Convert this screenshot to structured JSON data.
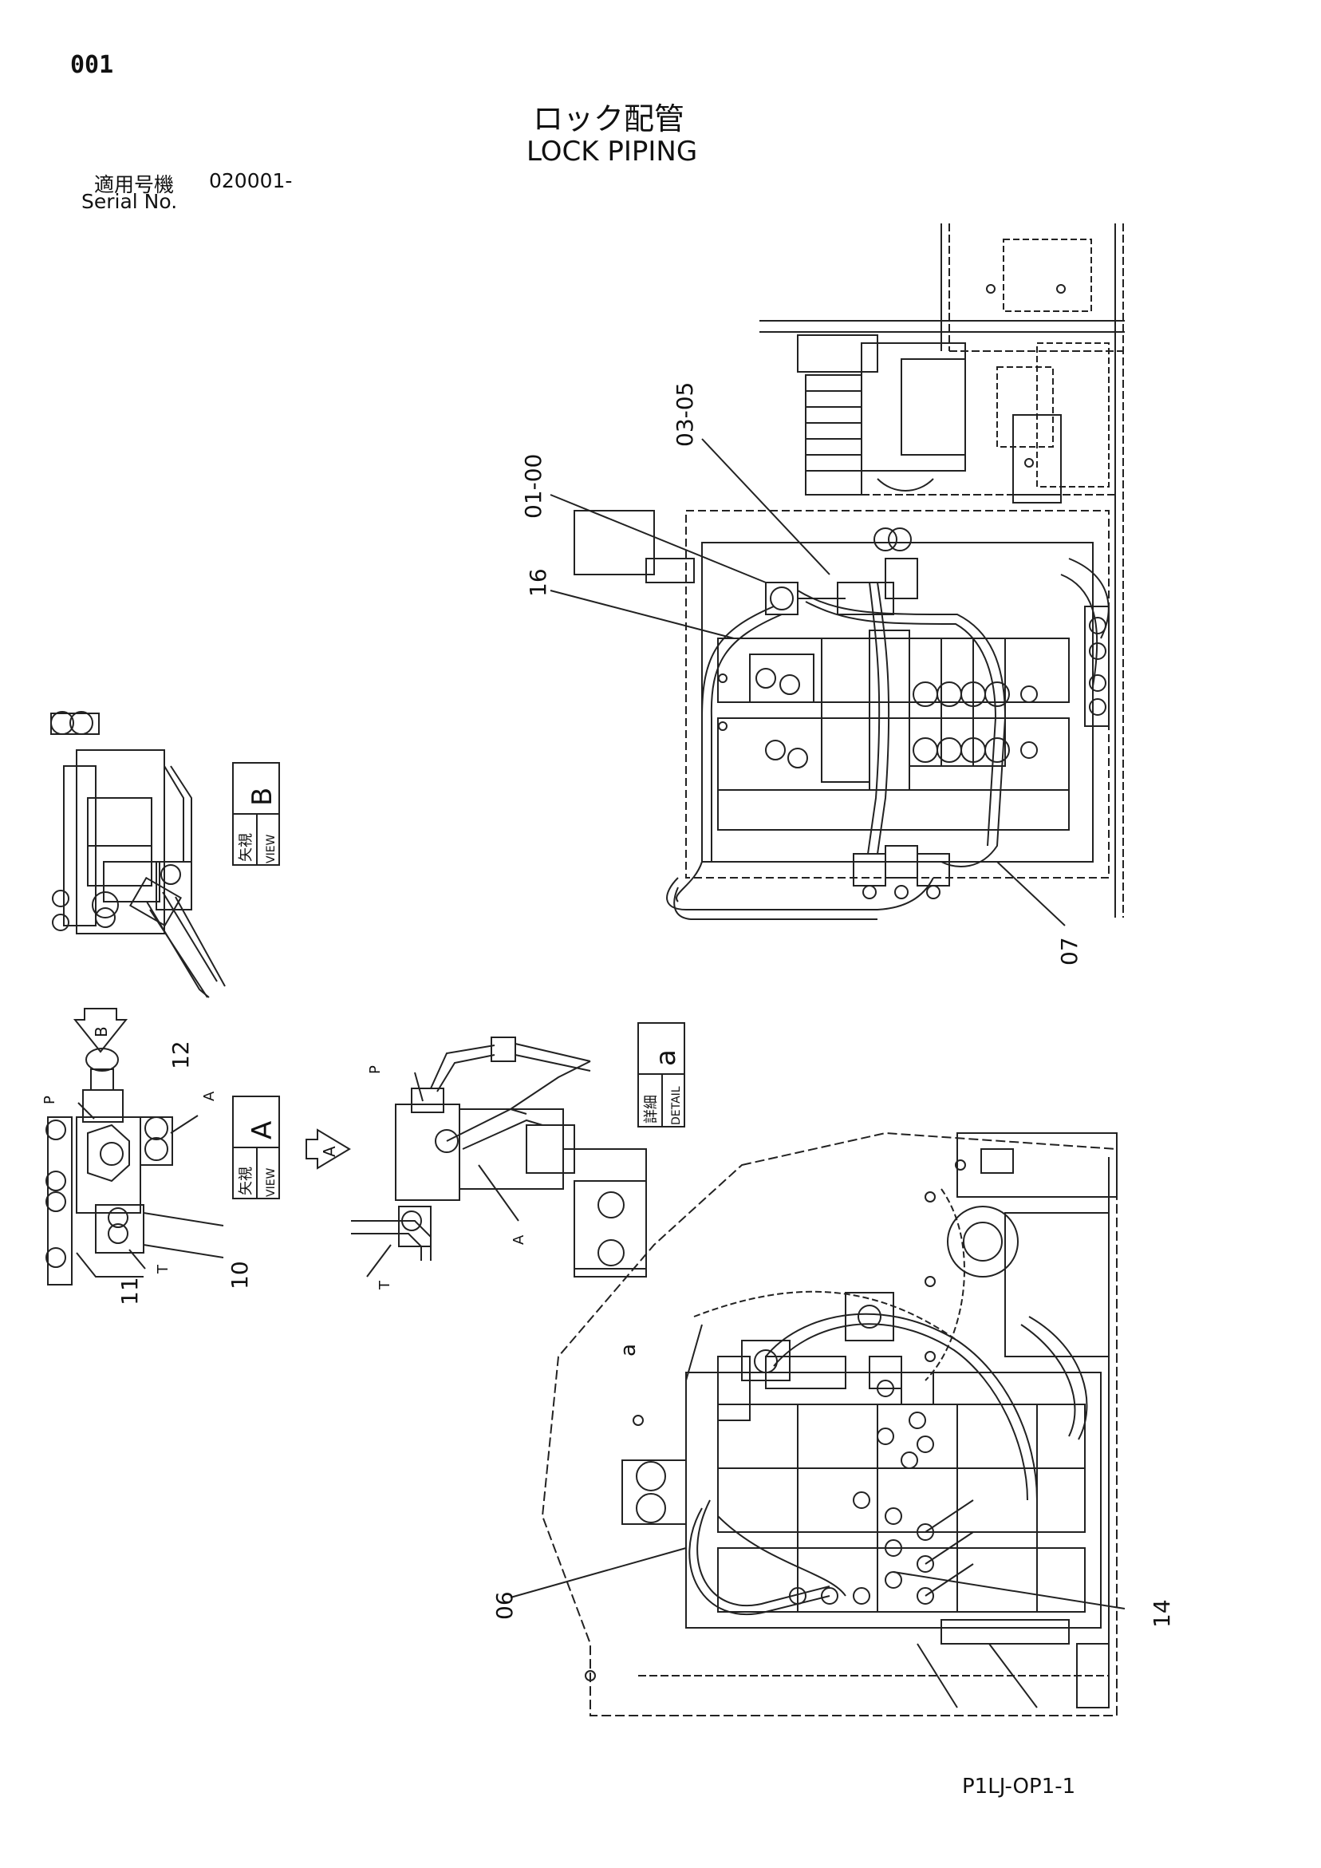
{
  "header": {
    "page_number": "001",
    "title_jp": "ロック配管",
    "title_en": "LOCK PIPING",
    "serial_label_jp": "適用号機",
    "serial_value": "020001-",
    "serial_label_en": "Serial No."
  },
  "callouts": {
    "c01_00": "01-00",
    "c03_05": "03-05",
    "c16": "16",
    "c07": "07",
    "c06": "06",
    "c14": "14",
    "c12": "12",
    "c10": "10",
    "c11": "11"
  },
  "ports": {
    "p": "P",
    "a": "A",
    "t": "T"
  },
  "views": {
    "view_b_letter": "B",
    "view_b_jp": "矢視",
    "view_b_en": "VIEW",
    "view_a_letter": "A",
    "view_a_jp": "矢視",
    "view_a_en": "VIEW",
    "arrow_b": "B",
    "arrow_a": "A",
    "detail_letter": "a",
    "detail_jp": "詳細",
    "detail_en": "DETAIL",
    "detail_marker": "a"
  },
  "footer": {
    "drawing_code": "P1LJ-OP1-1"
  }
}
